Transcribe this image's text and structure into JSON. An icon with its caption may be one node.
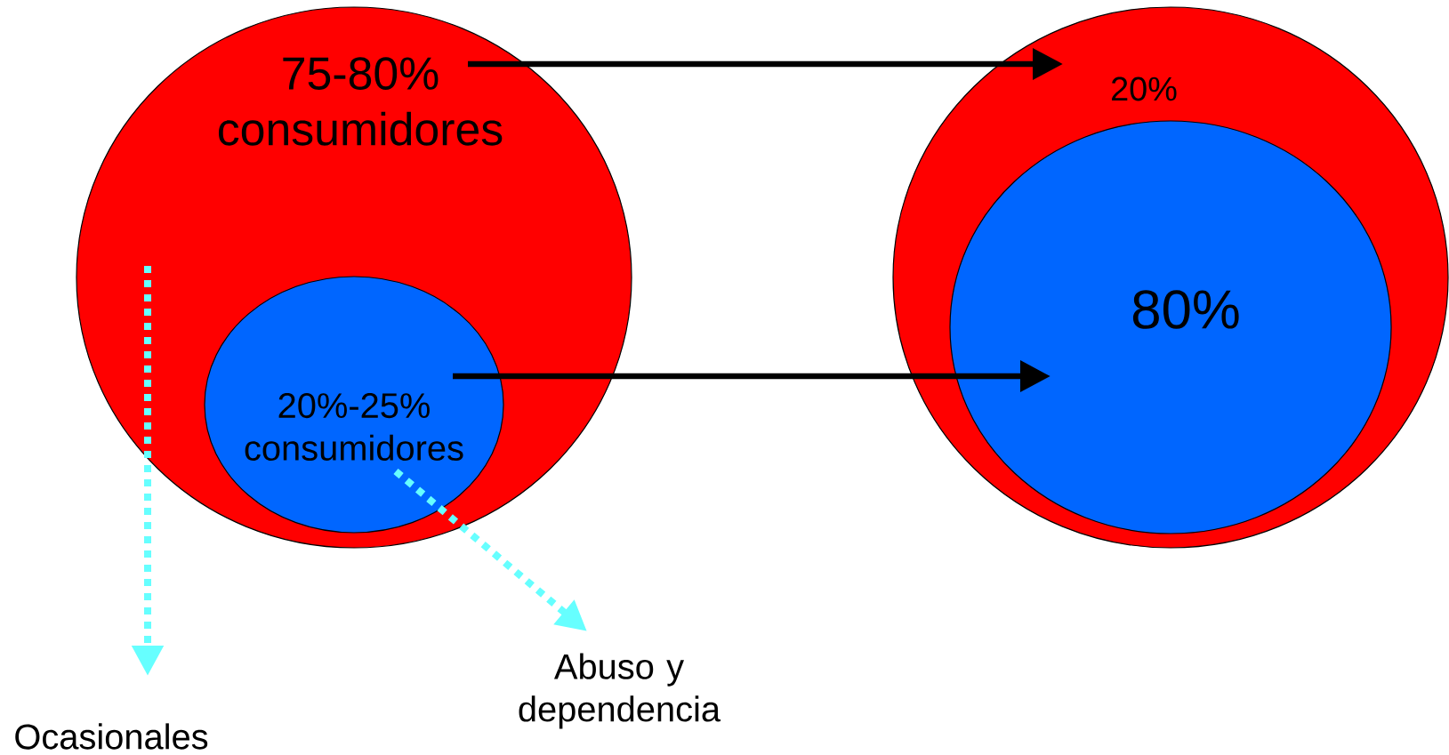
{
  "diagram": {
    "nodes": [
      {
        "text": [
          "75-80% consumidores"
        ]
      },
      {
        "text": [
          "20%-25% consumidores"
        ],
        "in": 0
      },
      {
        "text": [
          "20%"
        ]
      },
      {
        "text": [
          "80%"
        ],
        "in": 2
      },
      {
        "text": [
          "Ocasionales"
        ]
      },
      {
        "text": [
          "Abuso y dependencia"
        ]
      }
    ],
    "edges": [
      {
        "from": 0,
        "to": 2,
        "arrow": "to"
      },
      {
        "from": 1,
        "to": 3,
        "arrow": "to"
      },
      {
        "from": 0,
        "to": 4,
        "arrow": "to",
        "style": "dashed",
        "color": "#66ffff"
      },
      {
        "from": 1,
        "to": 5,
        "arrow": "to",
        "style": "dashed",
        "color": "#66ffff"
      }
    ]
  }
}
